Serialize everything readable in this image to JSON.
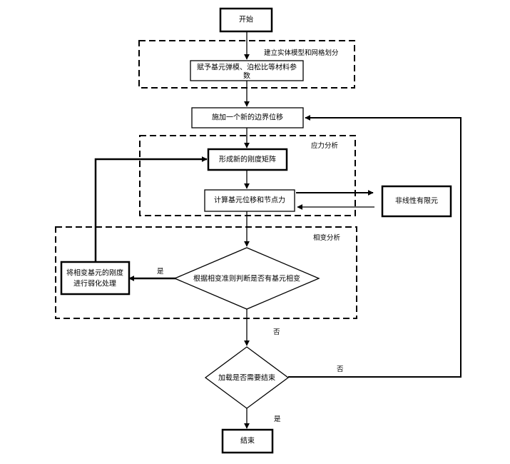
{
  "nodes": {
    "start": "开始",
    "assign_line1": "赋予基元弹模、泊松比等材料参",
    "assign_line2": "数",
    "apply_disp": "施加一个新的边界位移",
    "stiffness": "形成新的刚度矩阵",
    "compute": "计算基元位移和节点力",
    "nonlinear": "非线性有限元",
    "judge": "根据相变准则判断是否有基元相变",
    "weaken_line1": "将相变基元的刚度",
    "weaken_line2": "进行弱化处理",
    "load_end": "加载是否需要结束",
    "end": "结束"
  },
  "groups": {
    "model": "建立实体模型和网格划分",
    "stress": "应力分析",
    "phase": "相变分析"
  },
  "edge_labels": {
    "yes_phase": "是",
    "no_phase": "否",
    "no_load": "否",
    "yes_load": "是"
  }
}
